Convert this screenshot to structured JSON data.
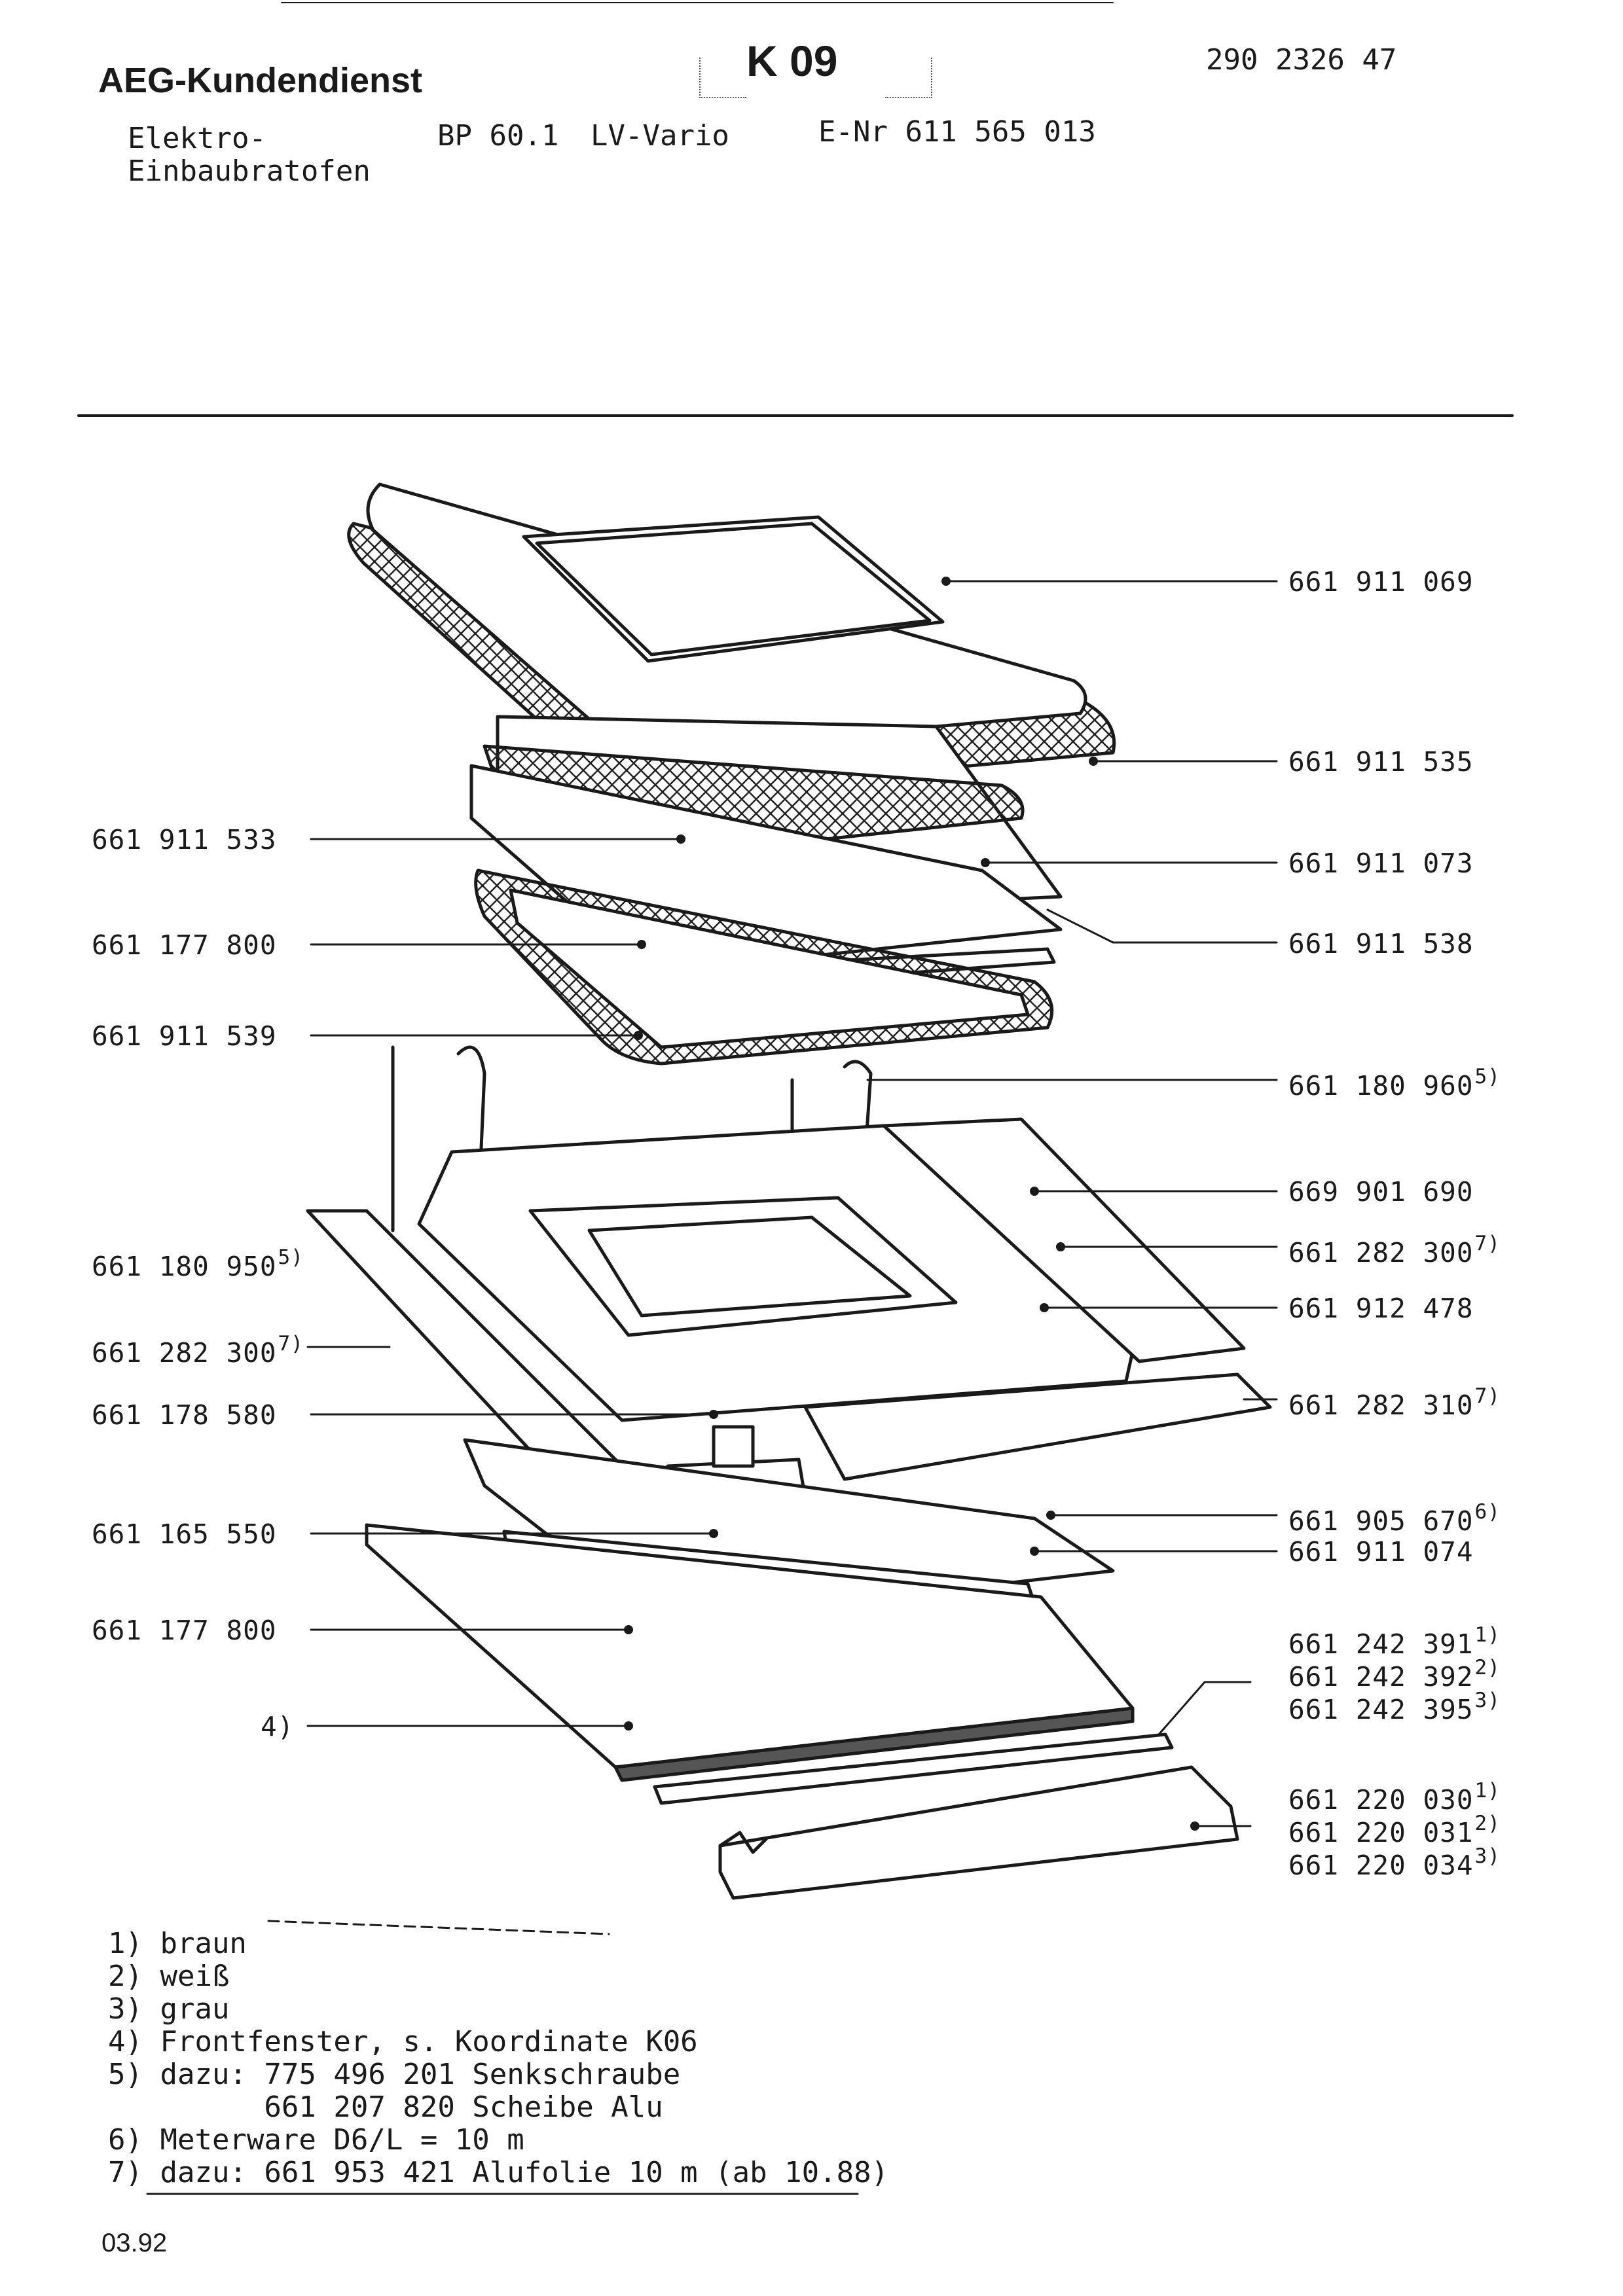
{
  "header": {
    "brand": "AEG-Kundendienst",
    "sheet_code": "K 09",
    "doc_number": "290 2326 47",
    "product_line1": "Elektro-",
    "product_line2": "Einbaubratofen",
    "model": "BP 60.1",
    "variant": "LV-Vario",
    "enr": "E-Nr 611 565 013"
  },
  "labels_right": [
    {
      "part": "661 911 069",
      "sup": ""
    },
    {
      "part": "661 911 535",
      "sup": ""
    },
    {
      "part": "661 911 073",
      "sup": ""
    },
    {
      "part": "661 911 538",
      "sup": ""
    },
    {
      "part": "661 180 960",
      "sup": "5)"
    },
    {
      "part": "669 901 690",
      "sup": ""
    },
    {
      "part": "661 282 300",
      "sup": "7)"
    },
    {
      "part": "661 912 478",
      "sup": ""
    },
    {
      "part": "661 282 310",
      "sup": "7)"
    },
    {
      "part": "661 905 670",
      "sup": "6)"
    },
    {
      "part": "661 911 074",
      "sup": ""
    },
    {
      "part": "661 242 391",
      "sup": "1)"
    },
    {
      "part": "661 242 392",
      "sup": "2)"
    },
    {
      "part": "661 242 395",
      "sup": "3)"
    },
    {
      "part": "661 220 030",
      "sup": "1)"
    },
    {
      "part": "661 220 031",
      "sup": "2)"
    },
    {
      "part": "661 220 034",
      "sup": "3)"
    }
  ],
  "labels_left": [
    {
      "part": "661 911 533",
      "sup": ""
    },
    {
      "part": "661 177 800",
      "sup": ""
    },
    {
      "part": "661 911 539",
      "sup": ""
    },
    {
      "part": "661 180 950",
      "sup": "5)"
    },
    {
      "part": "661 282 300",
      "sup": "7)"
    },
    {
      "part": "661 178 580",
      "sup": ""
    },
    {
      "part": "661 165 550",
      "sup": ""
    },
    {
      "part": "661 177 800",
      "sup": ""
    },
    {
      "part": "",
      "sup": "4)"
    }
  ],
  "notes": [
    "1) braun",
    "2) weiß",
    "3) grau",
    "4) Frontfenster, s. Koordinate K06",
    "5) dazu: 775 496 201 Senkschraube",
    "         661 207 820 Scheibe Alu",
    "6) Meterware D6/L = 10 m",
    "7) dazu: 661 953 421 Alufolie 10 m (ab 10.88)"
  ],
  "footer": {
    "date": "03.92"
  }
}
